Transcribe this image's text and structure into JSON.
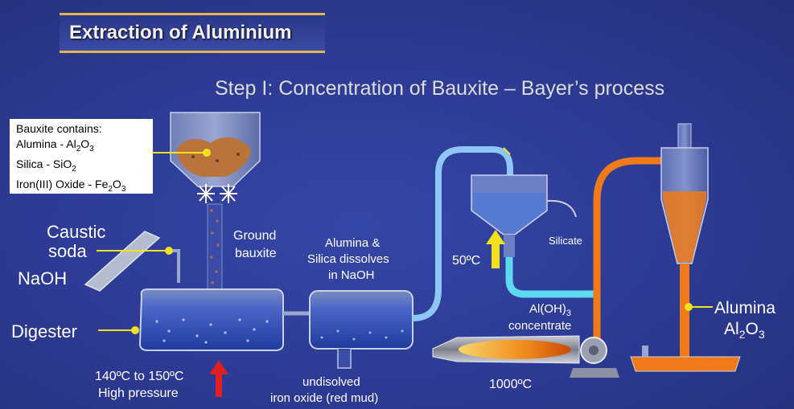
{
  "header": {
    "title": "Extraction of Aluminium",
    "subtitle": "Step I: Concentration of Bauxite – Bayer’s process"
  },
  "infobox": {
    "heading": "Bauxite contains:",
    "line1_name": "Alumina - Al",
    "line1_sub": "2",
    "line1_o": "O",
    "line1_sub2": "3",
    "line2_name": "Silica - SiO",
    "line2_sub": "2",
    "line3_name": "Iron(III) Oxide - Fe",
    "line3_sub": "2",
    "line3_o": "O",
    "line3_sub2": "3"
  },
  "labels": {
    "caustic1": "Caustic",
    "caustic2": "soda",
    "naoh": "NaOH",
    "digester": "Digester",
    "ground1": "Ground",
    "ground2": "bauxite",
    "dissolve1": "Alumina &",
    "dissolve2": "Silica dissolves",
    "dissolve3": "in NaOH",
    "temp50": "50ºC",
    "silicate": "Silicate",
    "aloh_a": "Al(OH)",
    "aloh_sub": "3",
    "aloh_b": "concentrate",
    "alumina": "Alumina",
    "al2o3_a": "Al",
    "al2o3_sub": "2",
    "al2o3_b": "O",
    "al2o3_sub2": "3",
    "pressure1": "140ºC to 150ºC",
    "pressure2": "High pressure",
    "redmud1": "undisolved",
    "redmud2": "iron oxide (red mud)",
    "temp1000": "1000ºC"
  },
  "colors": {
    "background": "#2d3a8e",
    "gold_line": "#e3b54a",
    "leader_dot": "#f2e21c",
    "orange_pipe": "#f07a1a",
    "blue_pipe": "#8ec6f5",
    "cyan_pipe": "#5fd8f0",
    "bauxite": "#b8743a"
  }
}
